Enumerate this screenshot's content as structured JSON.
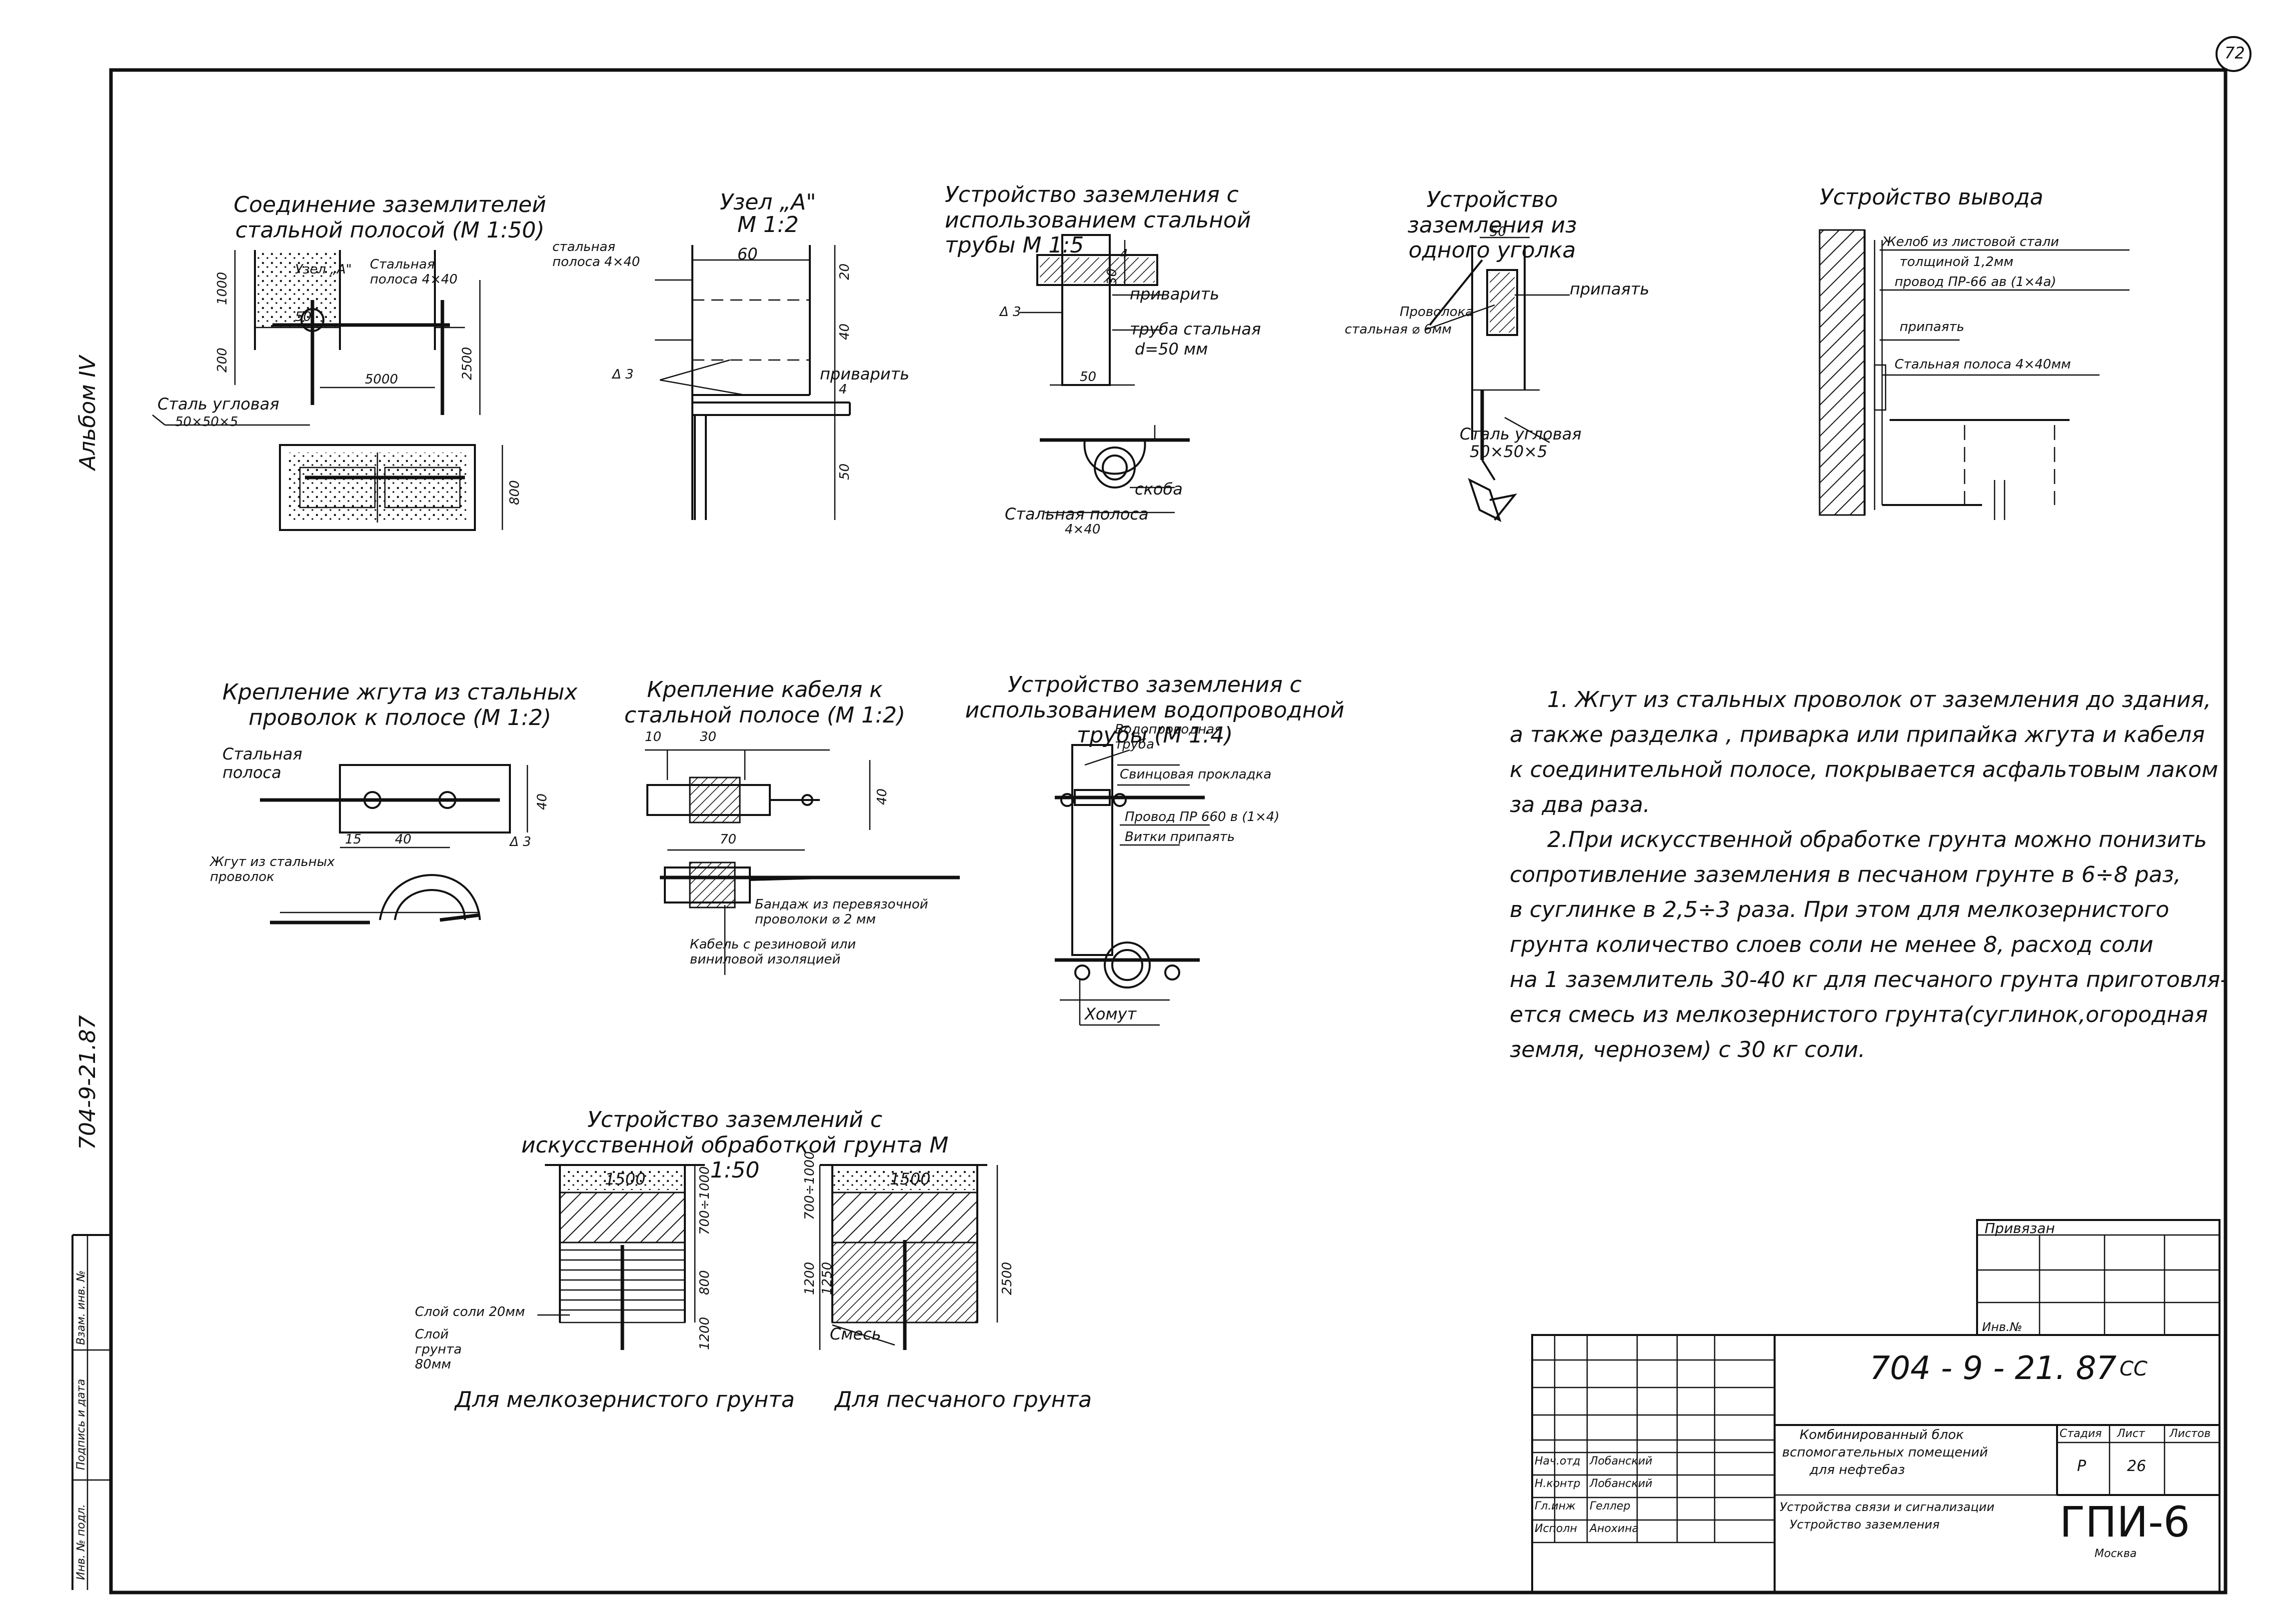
{
  "page_number": "72",
  "album": "Альбом IV",
  "side_code": "704-9-21.87",
  "side_stamp": [
    "Инв. № подл.",
    "Подпись и дата",
    "Взам. инв. №"
  ],
  "views": {
    "v1": {
      "title": "Соединение заземлителей стальной полосой (М 1:50)",
      "labels": {
        "uzel": "Узел „А\"",
        "polosa": "Стальная полоса 4×40",
        "ugol": "Сталь угловая",
        "ugol_size": "50×50×5",
        "d1000": "1000",
        "d200": "200",
        "d50": "50",
        "d5000": "5000",
        "d2500": "2500",
        "d800": "800"
      }
    },
    "v2": {
      "title": "Узел „А\"",
      "scale": "М 1:2",
      "labels": {
        "polosa": "стальная полоса 4×40",
        "d60": "60",
        "d20": "20",
        "d40": "40",
        "d4": "4",
        "d50": "50",
        "weld": "Δ 3",
        "privarit": "приварить"
      }
    },
    "v3": {
      "title": "Устройство заземления с использованием стальной трубы М 1:5",
      "labels": {
        "privarit": "приварить",
        "truba": "труба стальная",
        "truba_d": "d=50 мм",
        "d30": "30",
        "d4": "4",
        "d50": "50",
        "weld": "Δ 3",
        "skoba": "скоба",
        "polosa": "Стальная полоса",
        "polosa_size": "4×40"
      }
    },
    "v4": {
      "title": "Устройство заземления из одного уголка",
      "labels": {
        "d50": "50",
        "pripayat": "припаять",
        "provoloka": "Проволока",
        "provoloka_d": "стальная ⌀ 6мм",
        "ugol": "Сталь угловая",
        "ugol_size": "50×50×5"
      }
    },
    "v5": {
      "title": "Устройство вывода",
      "labels": {
        "zhelob": "Желоб из листовой стали",
        "zhelob_t": "толщиной 1,2мм",
        "provod": "провод ПР-66 ав (1×4а)",
        "pripayat": "припаять",
        "polosa": "Стальная полоса 4×40мм"
      }
    },
    "v6": {
      "title": "Крепление жгута из стальных проволок к полосе (М 1:2)",
      "labels": {
        "polosa": "Стальная полоса",
        "zhgut": "Жгут из стальных проволок",
        "d40v": "40",
        "d15": "15",
        "d40": "40",
        "weld": "Δ 3"
      }
    },
    "v7": {
      "title": "Крепление кабеля к стальной полосе (М 1:2)",
      "labels": {
        "d10": "10",
        "d30": "30",
        "d70": "70",
        "d40": "40",
        "bandazh": "Бандаж из перевязочной проволоки ⌀ 2 мм",
        "kabel": "Кабель с резиновой или виниловой изоляцией"
      }
    },
    "v8": {
      "title": "Устройство заземления с использованием водопроводной трубы (М 1:4)",
      "labels": {
        "truba": "Водопроводная труба",
        "prokladka": "Свинцовая прокладка",
        "provod": "Провод ПР 660 в (1×4)",
        "vitki": "Витки припаять",
        "homut": "Хомут"
      }
    },
    "v9": {
      "title": "Устройство заземлений с искусственной обработкой грунта М 1:50",
      "labels": {
        "d1500a": "1500",
        "d1500b": "1500",
        "d700": "700÷1000",
        "d800": "800",
        "d1200": "1200",
        "d700b": "700÷1000",
        "d1200b": "1200",
        "d1250": "1250",
        "d2500": "2500",
        "sol": "Слой соли 20мм",
        "grunt": "Слой грунта 80мм",
        "smes": "Смесь",
        "cap1": "Для мелкозернистого грунта",
        "cap2": "Для песчаного грунта"
      }
    }
  },
  "notes": [
    "1. Жгут из стальных проволок от заземления до здания,",
    "а также разделка , приварка или припайка жгута и кабеля",
    "к соединительной полосе, покрывается асфальтовым лаком",
    "за два раза.",
    "2.При искусственной обработке грунта можно понизить",
    "сопротивление заземления в песчаном грунте в 6÷8 раз,",
    "в суглинке в 2,5÷3 раза. При этом для мелкозернистого",
    "грунта количество слоев соли не менее 8, расход соли",
    "на 1 заземлитель 30-40 кг для песчаного грунта приготовля-",
    "ется смесь из мелкозернистого грунта(суглинок,огородная",
    "земля, чернозем) с 30 кг соли."
  ],
  "title_block": {
    "privyazan": "Привязан",
    "inv": "Инв.№",
    "code": "704 - 9 - 21. 87",
    "suffix": "СС",
    "project": [
      "Комбинированный блок",
      "вспомогательных помещений",
      "для нефтебаз"
    ],
    "sheet_title": [
      "Устройства связи и сигнализации",
      "Устройство заземления"
    ],
    "head_stage": "Стадия",
    "head_sheet": "Лист",
    "head_sheets": "Листов",
    "stage": "Р",
    "sheet": "26",
    "sheets": "",
    "org": "ГПИ-6",
    "city": "Москва",
    "roles": [
      {
        "role": "Нач.отд",
        "name": "Лобанский"
      },
      {
        "role": "Н.контр",
        "name": "Лобанский"
      },
      {
        "role": "Гл.инж",
        "name": "Геллер"
      },
      {
        "role": "Исполн",
        "name": "Анохина"
      }
    ]
  }
}
